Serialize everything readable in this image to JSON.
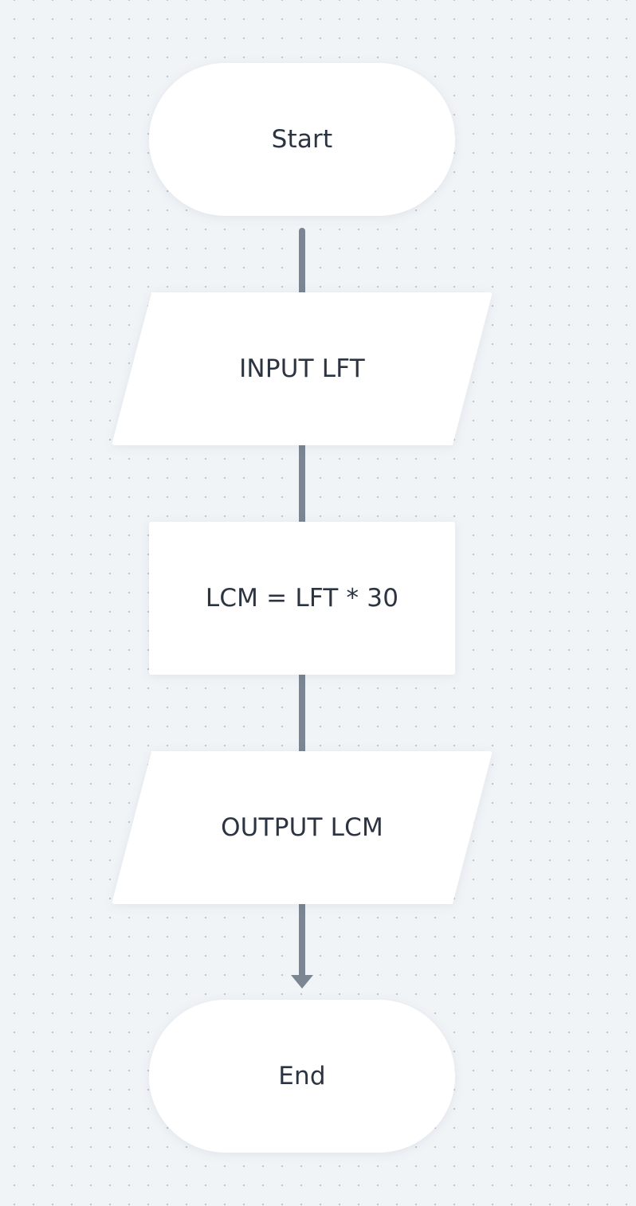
{
  "flowchart": {
    "nodes": [
      {
        "id": "start",
        "type": "terminal",
        "label": "Start"
      },
      {
        "id": "input",
        "type": "input-output",
        "label": "INPUT LFT"
      },
      {
        "id": "process",
        "type": "process",
        "label": "LCM = LFT * 30"
      },
      {
        "id": "output",
        "type": "input-output",
        "label": "OUTPUT LCM"
      },
      {
        "id": "end",
        "type": "terminal",
        "label": "End"
      }
    ],
    "edges": [
      {
        "from": "start",
        "to": "input"
      },
      {
        "from": "input",
        "to": "process"
      },
      {
        "from": "process",
        "to": "output"
      },
      {
        "from": "output",
        "to": "end"
      }
    ],
    "colors": {
      "background": "#f0f4f7",
      "node_fill": "#ffffff",
      "text": "#2c3442",
      "connector": "#7b8593"
    }
  }
}
